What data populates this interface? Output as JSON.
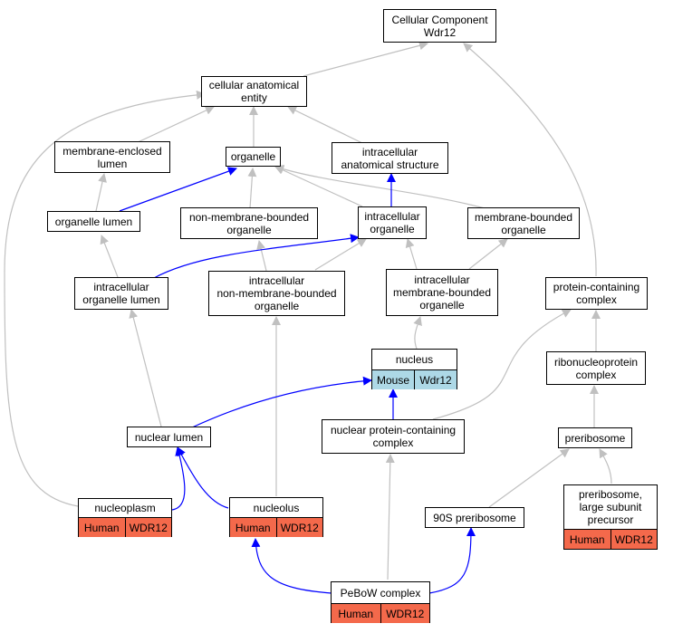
{
  "colors": {
    "gray_edge": "#c0c0c0",
    "blue_edge": "#0000ff",
    "human_fill": "#f4694b",
    "mouse_fill": "#add8e6"
  },
  "nodes": {
    "cellular_component": [
      "Cellular Component",
      "Wdr12"
    ],
    "cellular_anatomical_entity": [
      "cellular anatomical",
      "entity"
    ],
    "membrane_enclosed_lumen": [
      "membrane-enclosed",
      "lumen"
    ],
    "organelle": [
      "organelle"
    ],
    "intracellular_anatomical_structure": [
      "intracellular",
      "anatomical structure"
    ],
    "organelle_lumen": [
      "organelle lumen"
    ],
    "non_membrane_bounded_organelle": [
      "non-membrane-bounded",
      "organelle"
    ],
    "intracellular_organelle": [
      "intracellular",
      "organelle"
    ],
    "membrane_bounded_organelle": [
      "membrane-bounded",
      "organelle"
    ],
    "intracellular_organelle_lumen": [
      "intracellular",
      "organelle lumen"
    ],
    "intracellular_non_membrane_bounded_organelle": [
      "intracellular",
      "non-membrane-bounded",
      "organelle"
    ],
    "intracellular_membrane_bounded_organelle": [
      "intracellular",
      "membrane-bounded",
      "organelle"
    ],
    "protein_containing_complex": [
      "protein-containing",
      "complex"
    ],
    "ribonucleoprotein_complex": [
      "ribonucleoprotein",
      "complex"
    ],
    "nuclear_lumen": [
      "nuclear lumen"
    ],
    "nuclear_protein_containing_complex": [
      "nuclear protein-containing",
      "complex"
    ],
    "preribosome": [
      "preribosome"
    ],
    "ninety_s_preribosome": [
      "90S preribosome"
    ]
  },
  "annotated": {
    "nucleus": {
      "label": "nucleus",
      "species": "Mouse",
      "gene": "Wdr12"
    },
    "nucleoplasm": {
      "label": "nucleoplasm",
      "species": "Human",
      "gene": "WDR12"
    },
    "nucleolus": {
      "label": "nucleolus",
      "species": "Human",
      "gene": "WDR12"
    },
    "pebow_complex": {
      "label": "PeBoW complex",
      "species": "Human",
      "gene": "WDR12"
    },
    "preribosome_large_subunit_precursor": {
      "label_lines": [
        "preribosome,",
        "large subunit",
        "precursor"
      ],
      "species": "Human",
      "gene": "WDR12"
    }
  }
}
